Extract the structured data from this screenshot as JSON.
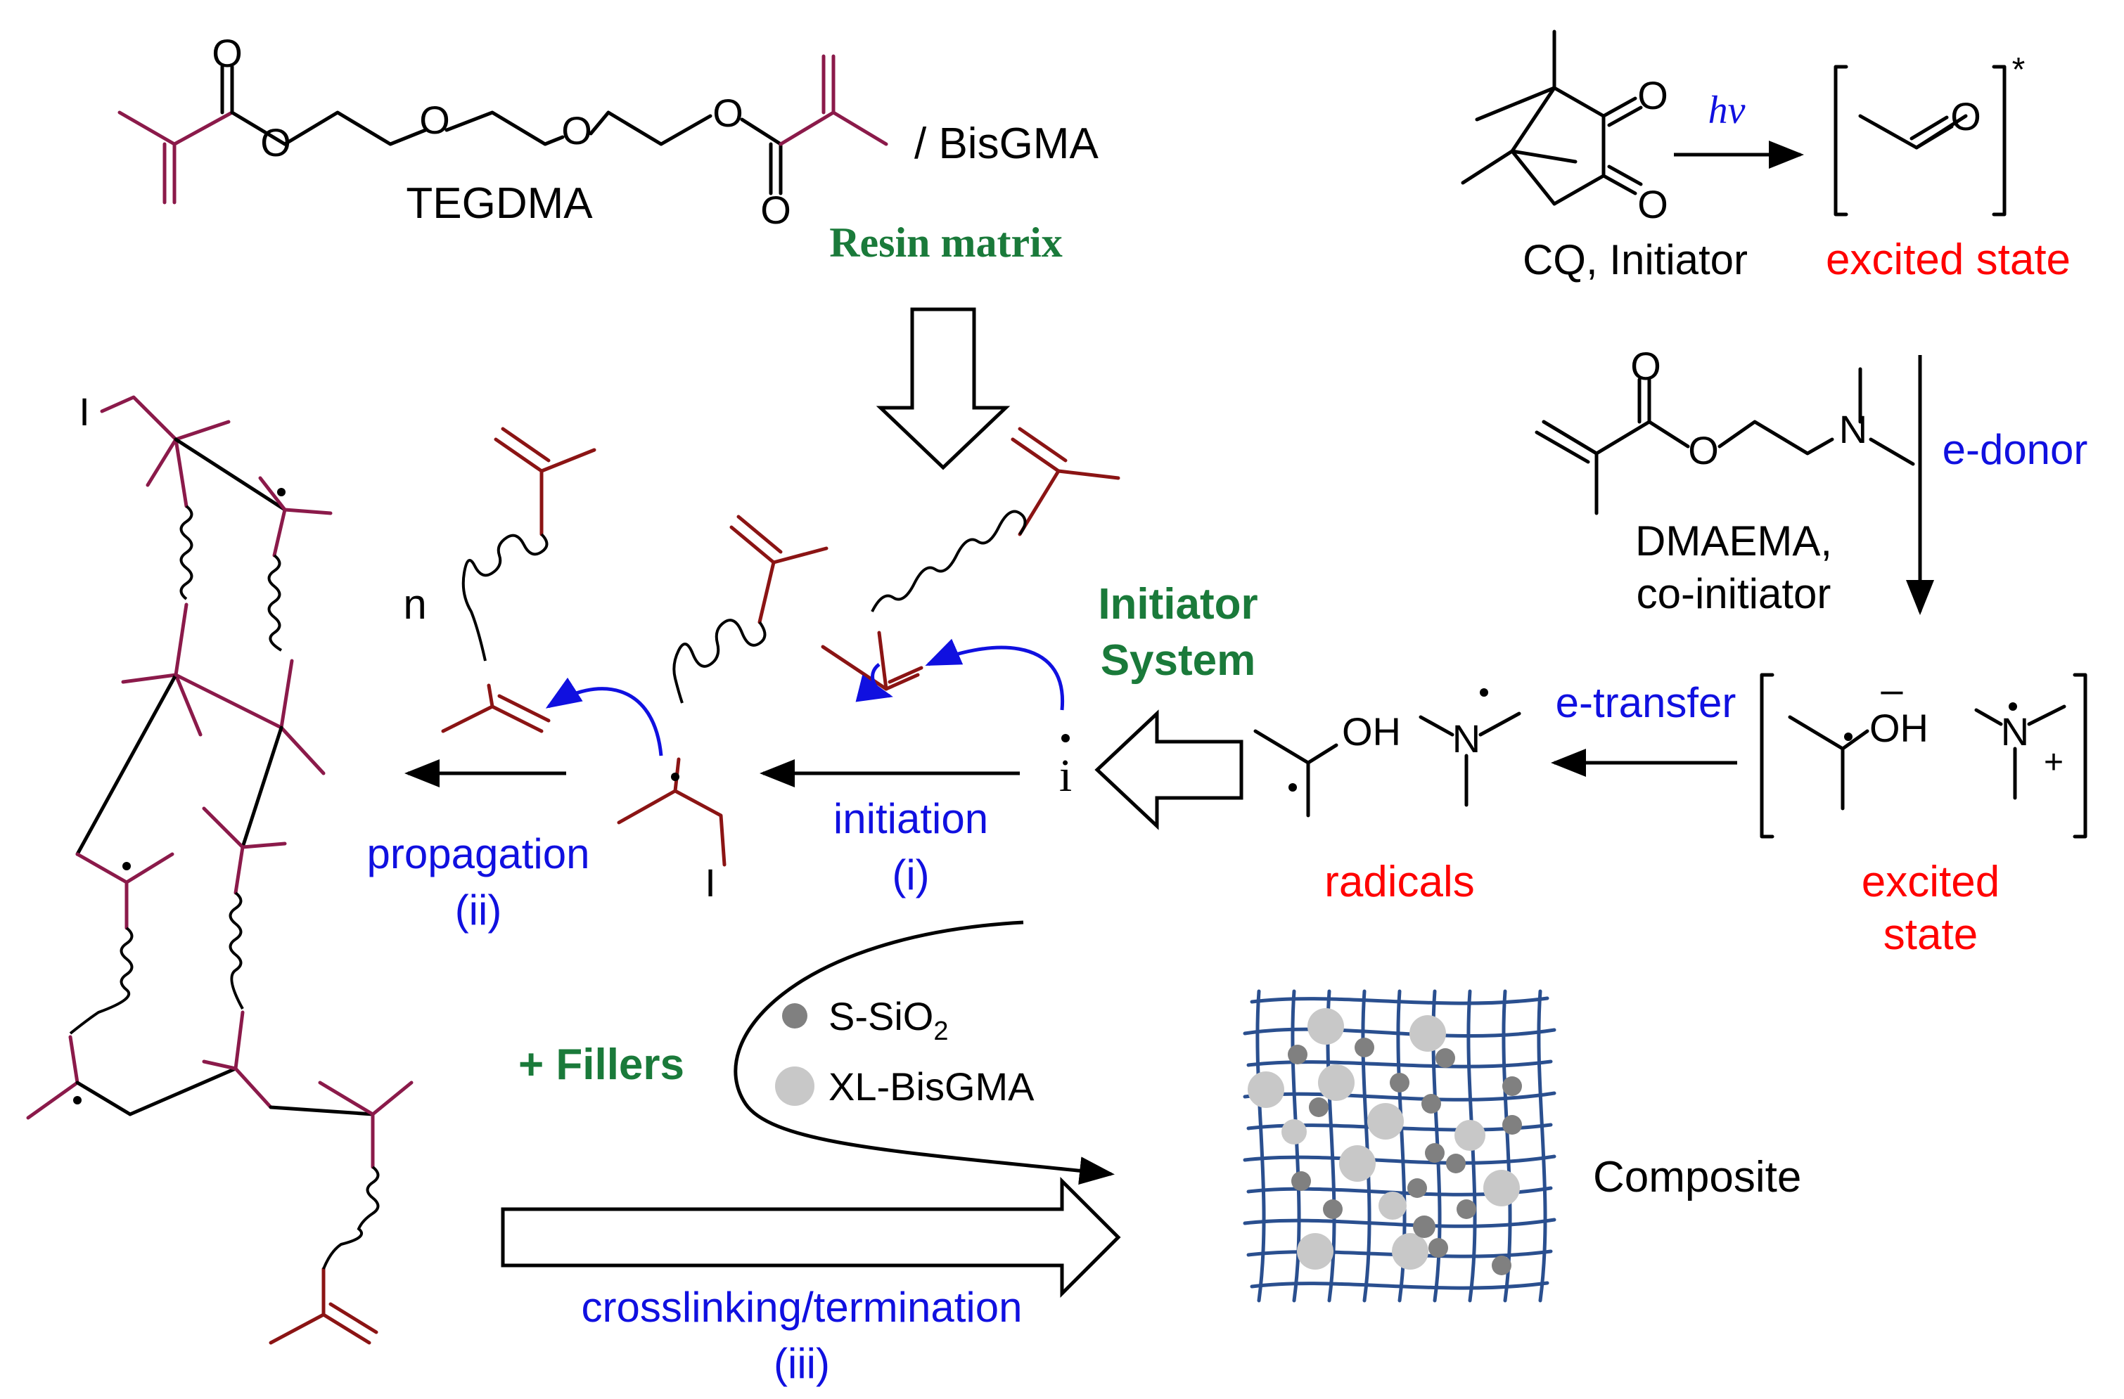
{
  "labels": {
    "tegdma": "TEGDMA",
    "bisgma": "/ BisGMA",
    "resin_matrix": "Resin matrix",
    "cq_initiator": "CQ, Initiator",
    "hv": "hv",
    "excited_state_top": "excited state",
    "dmaema_line1": "DMAEMA,",
    "dmaema_line2": "co-initiator",
    "e_donor": "e-donor",
    "initiator_line1": "Initiator",
    "initiator_line2": "System",
    "e_transfer": "e-transfer",
    "radicals": "radicals",
    "excited_line1": "excited",
    "excited_line2": "state",
    "initiation": "initiation",
    "initiation_step": "(i)",
    "propagation": "propagation",
    "propagation_step": "(ii)",
    "n": "n",
    "fillers": "+ Fillers",
    "s_sio2": "S-SiO",
    "s_sio2_sub": "2",
    "xl_bisgma": "XL-BisGMA",
    "composite": "Composite",
    "crosslinking": "crosslinking/termination",
    "crosslinking_step": "(iii)",
    "atom_O": "O",
    "atom_OH": "OH",
    "atom_N": "N",
    "atom_I": "I",
    "radical_i": "i",
    "plus": "+",
    "minus": "–",
    "star": "*"
  },
  "colors": {
    "text": "#000000",
    "blue": "#1010E0",
    "green": "#1A7A3A",
    "red": "#FF0000",
    "methacrylate": "#8B1A4A",
    "monomer": "#8B1414",
    "network": "#2A4F8F",
    "filler_dark": "#808080",
    "filler_light": "#C8C8C8"
  }
}
